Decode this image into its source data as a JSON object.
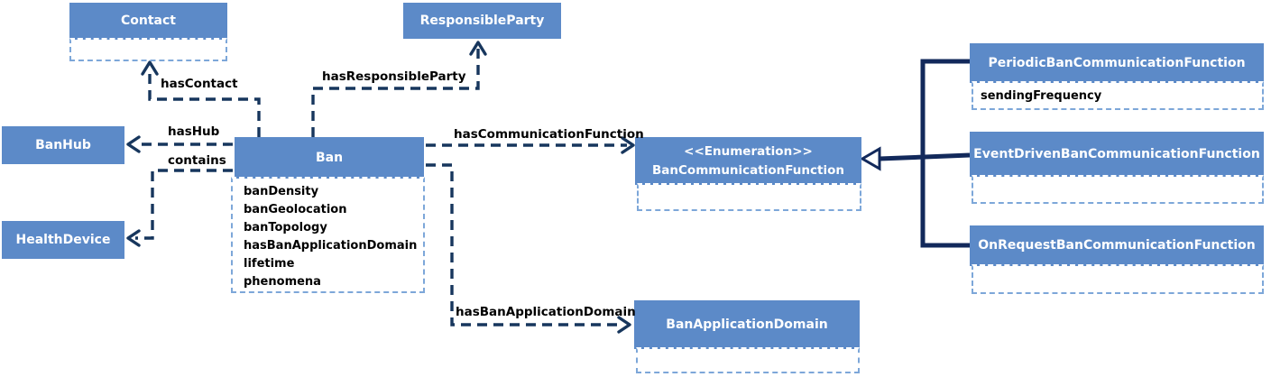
{
  "colors": {
    "class_header_fill": "#5c8ac8",
    "class_header_text": "#ffffff",
    "attr_box_dashed_border": "#7da7d9",
    "association_line": "#17365d",
    "generalization_line": "#12295b",
    "label_text": "#000000",
    "background": "#ffffff"
  },
  "classes": {
    "contact": {
      "name": "Contact",
      "attributes": []
    },
    "responsible_party": {
      "name": "ResponsibleParty"
    },
    "ban_hub": {
      "name": "BanHub"
    },
    "health_device": {
      "name": "HealthDevice"
    },
    "ban": {
      "name": "Ban",
      "attributes": [
        "banDensity",
        "banGeolocation",
        "banTopology",
        "hasBanApplicationDomain",
        "lifetime",
        "phenomena"
      ]
    },
    "ban_communication_function": {
      "stereotype": "<<Enumeration>>",
      "name": "BanCommunicationFunction",
      "attributes": []
    },
    "ban_application_domain": {
      "name": "BanApplicationDomain",
      "attributes": []
    },
    "periodic": {
      "name": "PeriodicBanCommunicationFunction",
      "attributes": [
        "sendingFrequency"
      ]
    },
    "event_driven": {
      "name": "EventDrivenBanCommunicationFunction",
      "attributes": []
    },
    "on_request": {
      "name": "OnRequestBanCommunicationFunction",
      "attributes": []
    }
  },
  "relations": {
    "hasContact": {
      "label": "hasContact",
      "from": "Ban",
      "to": "Contact",
      "style": "dashed-arrow"
    },
    "hasResponsibleParty": {
      "label": "hasResponsibleParty",
      "from": "Ban",
      "to": "ResponsibleParty",
      "style": "dashed-arrow"
    },
    "hasHub": {
      "label": "hasHub",
      "from": "Ban",
      "to": "BanHub",
      "style": "dashed-arrow"
    },
    "contains": {
      "label": "contains",
      "from": "Ban",
      "to": "HealthDevice",
      "style": "dashed-arrow"
    },
    "hasCommunicationFunction": {
      "label": "hasCommunicationFunction",
      "from": "Ban",
      "to": "BanCommunicationFunction",
      "style": "dashed-arrow"
    },
    "hasBanApplicationDomain": {
      "label": "hasBanApplicationDomain",
      "from": "Ban",
      "to": "BanApplicationDomain",
      "style": "dashed-arrow"
    },
    "generalization": {
      "parent": "BanCommunicationFunction",
      "children": [
        "PeriodicBanCommunicationFunction",
        "EventDrivenBanCommunicationFunction",
        "OnRequestBanCommunicationFunction"
      ],
      "style": "solid-hollow-triangle"
    }
  }
}
